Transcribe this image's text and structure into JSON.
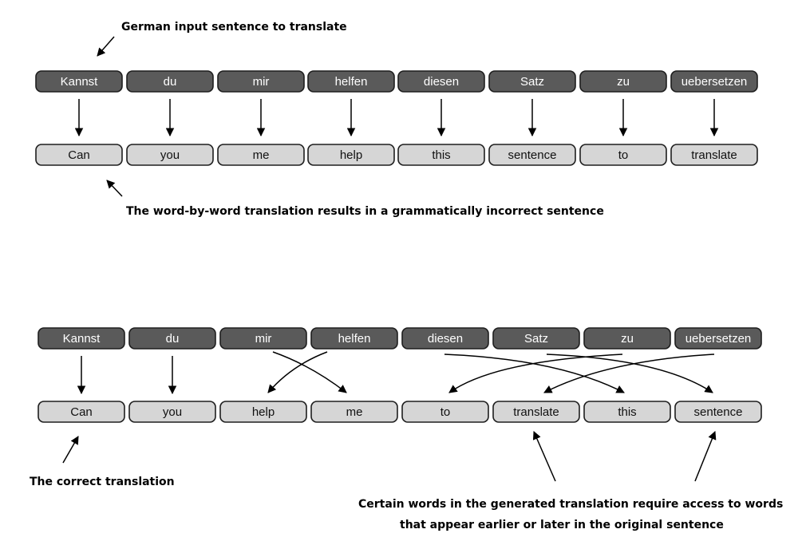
{
  "diagram": {
    "top": {
      "source_words": [
        "Kannst",
        "du",
        "mir",
        "helfen",
        "diesen",
        "Satz",
        "zu",
        "uebersetzen"
      ],
      "target_words": [
        "Can",
        "you",
        "me",
        "help",
        "this",
        "sentence",
        "to",
        "translate"
      ]
    },
    "bottom": {
      "source_words": [
        "Kannst",
        "du",
        "mir",
        "helfen",
        "diesen",
        "Satz",
        "zu",
        "uebersetzen"
      ],
      "target_words": [
        "Can",
        "you",
        "help",
        "me",
        "to",
        "translate",
        "this",
        "sentence"
      ]
    },
    "annotations": {
      "input_label": "German input sentence to translate",
      "word_by_word_label": "The word-by-word translation results in a grammatically incorrect sentence",
      "correct_label": "The correct translation",
      "access_label_line1": "Certain words in the generated translation require access to words",
      "access_label_line2": "that appear earlier or later in the original sentence"
    },
    "colors": {
      "source_box": "#5a5a5a",
      "target_box": "#d6d6d6",
      "border": "#1e1e1e"
    }
  }
}
